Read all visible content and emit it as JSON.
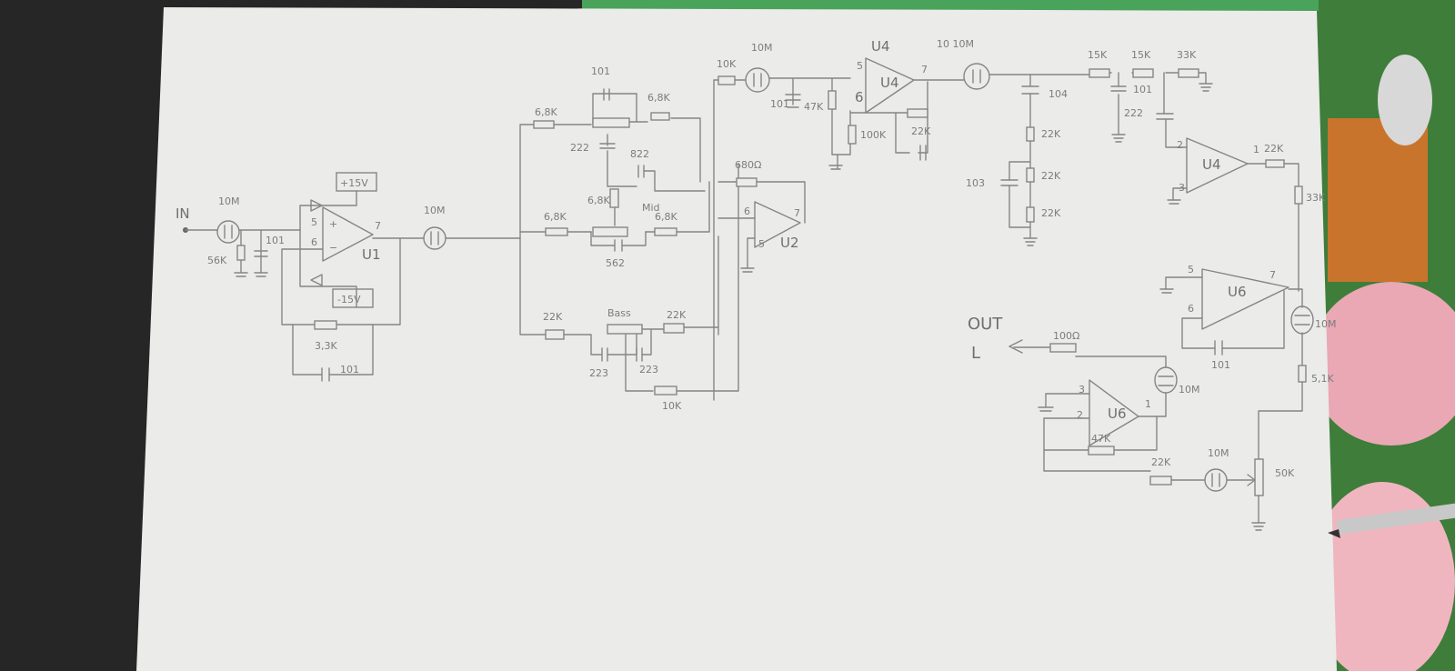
{
  "title": "Hand-drawn audio preamp / tone control schematic",
  "input": {
    "label": "IN",
    "coupling_cap": "10M",
    "shunt_res": "56K",
    "shunt_cap": "101"
  },
  "u1": {
    "name": "U1",
    "pin_plus": "5",
    "pin_minus": "6",
    "pin_out": "7",
    "vplus": "+15V",
    "vminus": "-15V",
    "feedback_res": "3,3K",
    "feedback_cap": "101",
    "out_cap": "10M"
  },
  "tone": {
    "treble_cap": "101",
    "treble_left": "6,8K",
    "treble_right": "6,8K",
    "cap_222": "222",
    "cap_822": "822",
    "mid_vert": "6,8K",
    "mid_label": "Mid",
    "mid_left": "6,8K",
    "mid_right": "6,8K",
    "mid_cap": "562",
    "bass_left": "22K",
    "bass_label": "Bass",
    "bass_right": "22K",
    "bass_cap_l": "223",
    "bass_cap_r": "223",
    "bass_res": "10K"
  },
  "u2": {
    "name": "U2",
    "pin_minus": "6",
    "pin_plus": "5",
    "pin_out": "7",
    "feedback_res": "680Ω"
  },
  "u4a": {
    "name": "U4",
    "in_res": "10K",
    "in_cap": "10M",
    "shunt_cap": "101",
    "shunt_res": "47K",
    "pin_plus": "5",
    "pin_minus": "6",
    "pin_out": "7",
    "ground_res": "100K",
    "feedback_res": "22K",
    "out_cap": "10 10M"
  },
  "filter": {
    "cap_104": "104",
    "r1": "22K",
    "cap_103": "103",
    "r2": "22K",
    "r3": "22K",
    "s1": "15K",
    "s2": "15K",
    "s3": "33K",
    "cap_101": "101",
    "cap_222": "222"
  },
  "u4b": {
    "name": "U4",
    "pin_minus": "2",
    "pin_plus": "3",
    "pin_out": "1",
    "out_res": "22K",
    "series_res": "33K"
  },
  "u6a": {
    "name": "U6",
    "pin_plus": "5",
    "pin_minus": "6",
    "pin_out": "7",
    "feedback_cap": "101",
    "out_cap": "10M",
    "out_res": "5,1K"
  },
  "u6b": {
    "name": "U6",
    "pin_plus": "3",
    "pin_minus": "2",
    "pin_out": "1",
    "feedback_res": "47K",
    "out_cap": "10M",
    "out_res": "100Ω",
    "in_res": "22K",
    "in_cap": "10M",
    "pot": "50K"
  },
  "output": {
    "label_out": "OUT",
    "label_ch": "L"
  }
}
